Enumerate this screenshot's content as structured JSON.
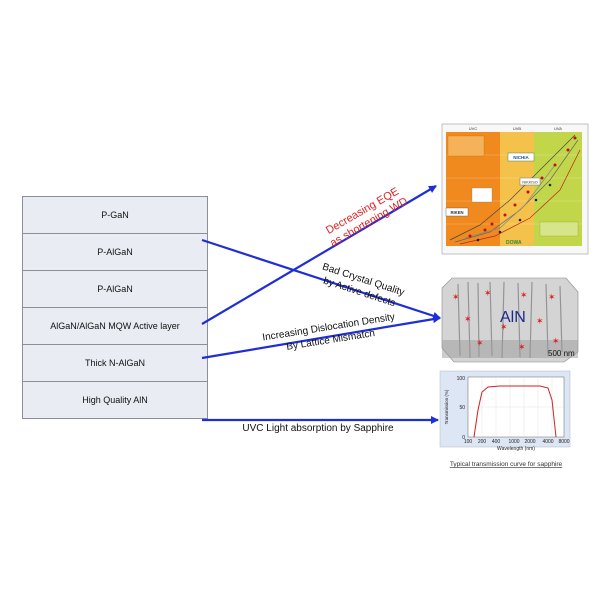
{
  "layers": [
    "P-GaN",
    "P-AlGaN",
    "P-AlGaN",
    "AlGaN/AlGaN MQW Active layer",
    "Thick N-AlGaN",
    "High Quality AlN"
  ],
  "arrow_labels": {
    "eqe_line1": "Decreasing EQE",
    "eqe_line2": "as shortening WD",
    "crystal_line1": "Bad Crystal Quality",
    "crystal_line2": "by Active defects",
    "dislocation_line1": "Increasing Dislocation Density",
    "dislocation_line2": "By Lattice Mismatch",
    "uvc": "UVC Light absorption by Sapphire"
  },
  "tem": {
    "label": "AlN",
    "scale": "500 nm"
  },
  "eqe_chart": {
    "band_labels": [
      "UVC",
      "UVB",
      "UVA"
    ],
    "brands": [
      "NICHIA",
      "RIKEN",
      "NIKKISO",
      "DOWA"
    ]
  },
  "sapphire_chart": {
    "type": "line",
    "ylabel": "Transmission (%)",
    "xlabel": "Wavelength (nm)",
    "yticks": [
      "0",
      "50",
      "100"
    ],
    "xticks": [
      "100",
      "200",
      "400",
      "1000",
      "2000",
      "4000",
      "8000"
    ],
    "caption": "Typical transmission curve for sapphire"
  },
  "colors": {
    "arrow": "#1f2fd6",
    "eqe_text": "#e02020",
    "layer_fill": "#e9edf3"
  }
}
